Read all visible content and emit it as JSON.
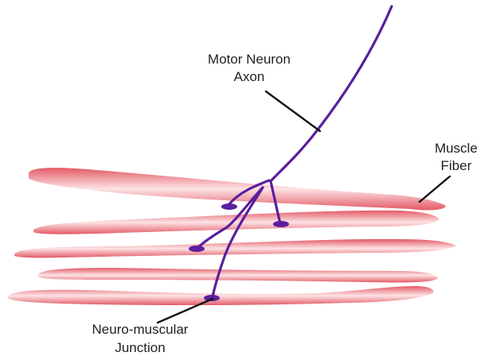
{
  "labels": {
    "motor_neuron_line1": "Motor Neuron",
    "motor_neuron_line2": "Axon",
    "muscle_fiber_line1": "Muscle",
    "muscle_fiber_line2": "Fiber",
    "nmj_line1": "Neuro-muscular",
    "nmj_line2": "Junction"
  },
  "colors": {
    "axon": "#5a1f9c",
    "fiber_edge": "#e35a66",
    "fiber_light": "#fde3e5",
    "leader_line": "#111111",
    "background": "#ffffff"
  }
}
